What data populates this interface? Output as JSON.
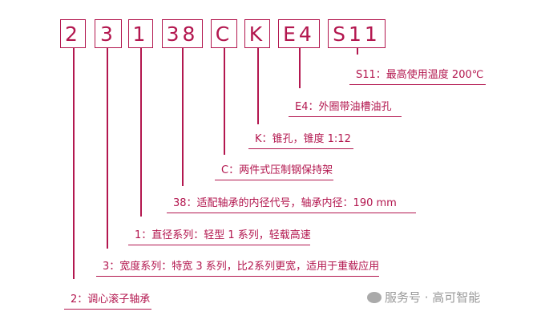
{
  "codes": [
    "2",
    "3",
    "1",
    "38",
    "C",
    "K",
    "E4",
    "S11"
  ],
  "labels": {
    "s11": "S11：最高使用温度 200℃",
    "e4": "E4：外圈带油槽油孔",
    "k": "K：锥孔，锥度 1:12",
    "c": "C：两件式压制钢保持架",
    "d38": "38：适配轴承的内径代号，轴承内径：190 mm",
    "d1": "1：直径系列：轻型 1 系列，轻载高速",
    "d3": "3：宽度系列：特宽 3 系列，比2系列更宽，适用于重载应用",
    "d2": "2：调心滚子轴承"
  },
  "watermark": "服务号 · 高可智能",
  "accent": "#b3174f"
}
